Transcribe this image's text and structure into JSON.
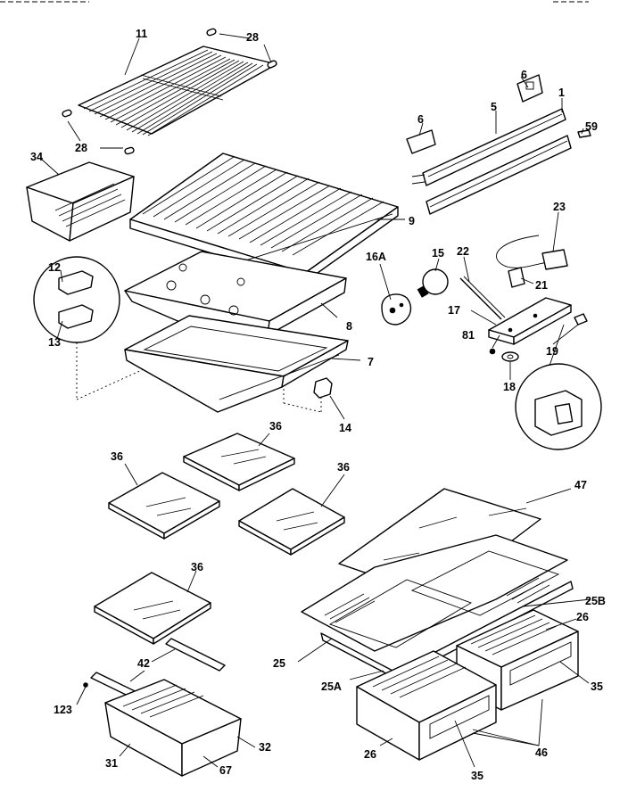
{
  "callouts": {
    "c11": "11",
    "c28_top": "28",
    "c28_left": "28",
    "c34": "34",
    "c12": "12",
    "c13": "13",
    "c9": "9",
    "c8": "8",
    "c7": "7",
    "c14": "14",
    "c6_top": "6",
    "c6_left": "6",
    "c5": "5",
    "c1": "1",
    "c59": "59",
    "c23": "23",
    "c16A": "16A",
    "c15": "15",
    "c22": "22",
    "c21": "21",
    "c17": "17",
    "c81": "81",
    "c19": "19",
    "c18": "18",
    "c36_a": "36",
    "c36_b": "36",
    "c36_c": "36",
    "c36_d": "36",
    "c47": "47",
    "c25B": "25B",
    "c26_right": "26",
    "c25": "25",
    "c25A": "25A",
    "c35_right": "35",
    "c35_bottom": "35",
    "c26_bottom": "26",
    "c46": "46",
    "c42": "42",
    "c123": "123",
    "c32": "32",
    "c31": "31",
    "c67": "67"
  }
}
